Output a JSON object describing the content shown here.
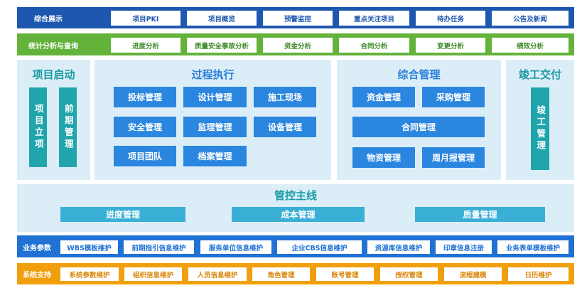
{
  "colors": {
    "blue_band": "#1e57b0",
    "green_band": "#63b33b",
    "blue_row": "#1f72d4",
    "orange_row": "#f29f0d",
    "panel_bg": "#dbeef8",
    "teal": "#1fa5ab",
    "blue_box": "#2b86df"
  },
  "top_bar": {
    "label": "综合展示",
    "items": [
      "项目PKI",
      "项目概览",
      "预警监控",
      "重点关注项目",
      "待办任务",
      "公告及新闻"
    ]
  },
  "analysis_bar": {
    "label": "统计分析与查询",
    "items": [
      "进度分析",
      "质量安全事故分析",
      "资金分析",
      "合同分析",
      "变更分析",
      "绩效分析"
    ]
  },
  "project_start": {
    "title": "项目启动",
    "items": [
      "项目立项",
      "前期管理"
    ]
  },
  "process": {
    "title": "过程执行",
    "items": [
      "投标管理",
      "设计管理",
      "施工现场",
      "安全管理",
      "监理管理",
      "设备管理",
      "项目团队",
      "档案管理"
    ]
  },
  "integrated": {
    "title": "综合管理",
    "items": [
      "资金管理",
      "采购管理",
      "合同管理",
      "物资管理",
      "周月报管理"
    ]
  },
  "completion": {
    "title": "竣工交付",
    "item": "竣工管理"
  },
  "control": {
    "title": "管控主线",
    "items": [
      "进度管理",
      "成本管理",
      "质量管理"
    ]
  },
  "business_params": {
    "label": "业务参数",
    "items": [
      "WBS模板维护",
      "前期指引信息维护",
      "服务单位信息维护",
      "企业CBS信息维护",
      "资源库信息维护",
      "印章信息注册",
      "业务表单模板维护"
    ]
  },
  "system_support": {
    "label": "系统支持",
    "items": [
      "系统参数维护",
      "组织信息维护",
      "人员信息维护",
      "角色管理",
      "账号管理",
      "授权管理",
      "流程建模",
      "日历维护"
    ]
  }
}
